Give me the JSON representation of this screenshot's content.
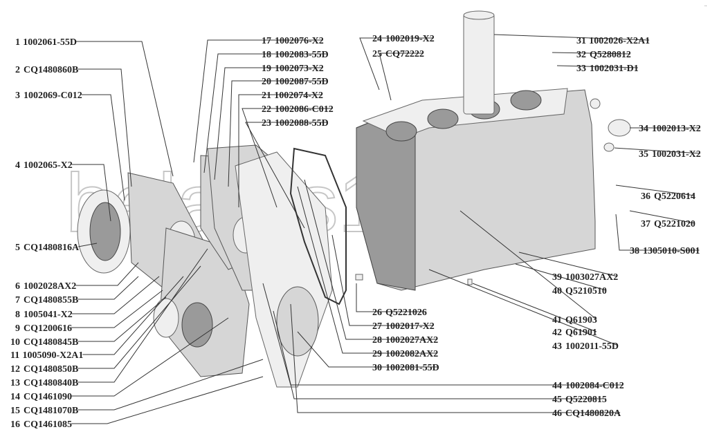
{
  "watermark": "belarus1.ru",
  "corner_mark": "..",
  "labels": [
    {
      "num": "1",
      "code": "1002061-55D"
    },
    {
      "num": "2",
      "code": "CQ1480860B"
    },
    {
      "num": "3",
      "code": "1002069-C012"
    },
    {
      "num": "4",
      "code": "1002065-X2"
    },
    {
      "num": "5",
      "code": "CQ1480816A"
    },
    {
      "num": "6",
      "code": "1002028AX2"
    },
    {
      "num": "7",
      "code": "CQ1480855B"
    },
    {
      "num": "8",
      "code": "1005041-X2"
    },
    {
      "num": "9",
      "code": "CQ1200616"
    },
    {
      "num": "10",
      "code": "CQ1480845B"
    },
    {
      "num": "11",
      "code": "1005090-X2A1"
    },
    {
      "num": "12",
      "code": "CQ1480850B"
    },
    {
      "num": "13",
      "code": "CQ1480840B"
    },
    {
      "num": "14",
      "code": "CQ1461090"
    },
    {
      "num": "15",
      "code": "CQ1481070B"
    },
    {
      "num": "16",
      "code": "CQ1461085"
    },
    {
      "num": "17",
      "code": "1002076-X2"
    },
    {
      "num": "18",
      "code": "1002083-55D"
    },
    {
      "num": "19",
      "code": "1002073-X2"
    },
    {
      "num": "20",
      "code": "1002087-55D"
    },
    {
      "num": "21",
      "code": "1002074-X2"
    },
    {
      "num": "22",
      "code": "1002086-C012"
    },
    {
      "num": "23",
      "code": "1002088-55D"
    },
    {
      "num": "24",
      "code": "1002019-X2"
    },
    {
      "num": "25",
      "code": "CQ72222"
    },
    {
      "num": "26",
      "code": "Q5221026"
    },
    {
      "num": "27",
      "code": "1002017-X2"
    },
    {
      "num": "28",
      "code": "1002027AX2"
    },
    {
      "num": "29",
      "code": "1002082AX2"
    },
    {
      "num": "30",
      "code": "1002081-55D"
    },
    {
      "num": "31",
      "code": "1002026-X2A1"
    },
    {
      "num": "32",
      "code": "Q5280812"
    },
    {
      "num": "33",
      "code": "1002031-D1"
    },
    {
      "num": "34",
      "code": "1002013-X2"
    },
    {
      "num": "35",
      "code": "1002031-X2"
    },
    {
      "num": "36",
      "code": "Q5220614"
    },
    {
      "num": "37",
      "code": "Q5221020"
    },
    {
      "num": "38",
      "code": "1305010-S001"
    },
    {
      "num": "39",
      "code": "1003027AX2"
    },
    {
      "num": "40",
      "code": "Q5210510"
    },
    {
      "num": "41",
      "code": "Q61903"
    },
    {
      "num": "42",
      "code": "Q61901"
    },
    {
      "num": "43",
      "code": "1002011-55D"
    },
    {
      "num": "44",
      "code": "1002084-C012"
    },
    {
      "num": "45",
      "code": "Q5220815"
    },
    {
      "num": "46",
      "code": "CQ1480820A"
    }
  ]
}
